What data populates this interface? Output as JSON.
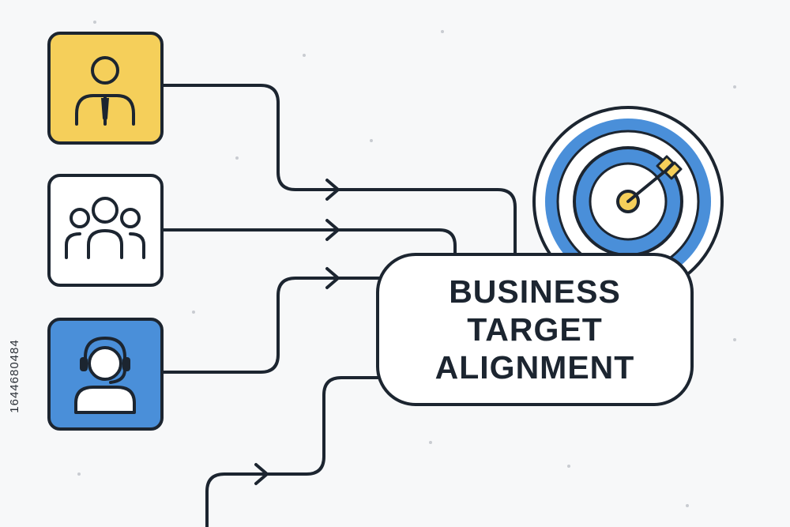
{
  "diagram": {
    "main_box_lines": [
      "BUSINESS",
      "TARGET",
      "ALIGNMENT"
    ],
    "side_id": "1644680484",
    "nodes": [
      {
        "id": "manager",
        "icon": "businessman-icon",
        "fill": "#f5cf5a"
      },
      {
        "id": "team",
        "icon": "team-icon",
        "fill": "#ffffff"
      },
      {
        "id": "support",
        "icon": "headset-operator-icon",
        "fill": "#4a8fd9"
      }
    ],
    "target_icon": "bullseye-target-icon",
    "colors": {
      "ink": "#1c2530",
      "blue": "#4a8fd9",
      "yellow": "#f5cf5a",
      "background": "#f7f8f9"
    }
  }
}
